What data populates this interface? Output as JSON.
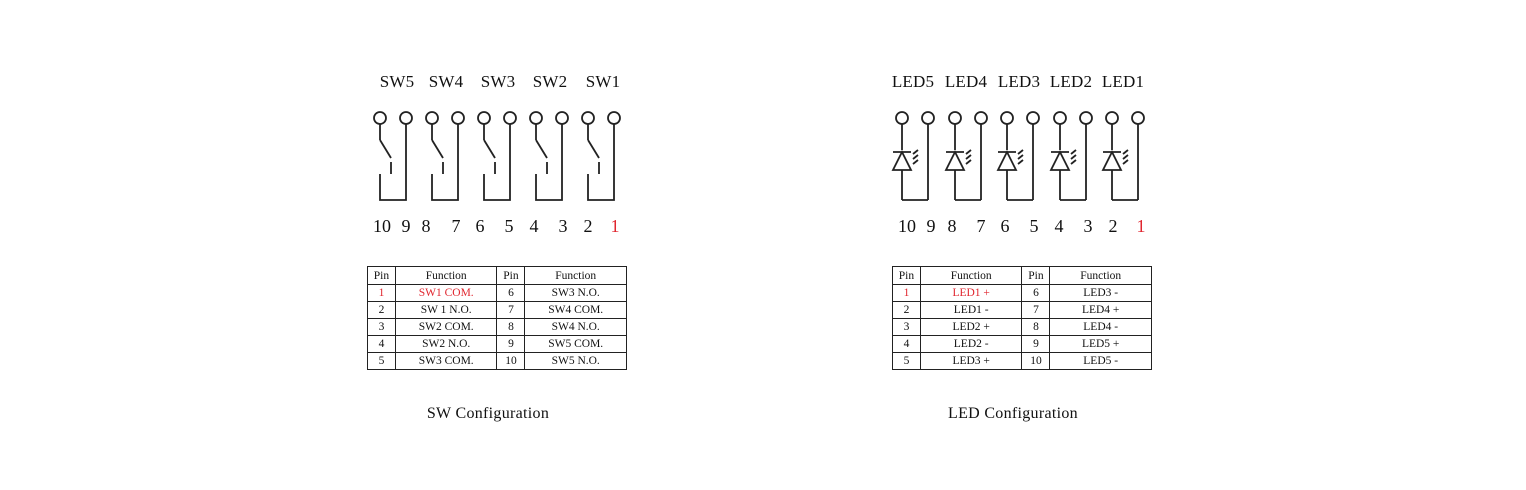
{
  "sw": {
    "channel_labels": [
      "SW5",
      "SW4",
      "SW3",
      "SW2",
      "SW1"
    ],
    "pin_numbers": [
      "10",
      "9",
      "8",
      "7",
      "6",
      "5",
      "4",
      "3",
      "2",
      "1"
    ],
    "table": {
      "headers": [
        "Pin",
        "Function",
        "Pin",
        "Function"
      ],
      "rows": [
        [
          "1",
          "SW1 COM.",
          "6",
          "SW3 N.O."
        ],
        [
          "2",
          "SW 1 N.O.",
          "7",
          "SW4 COM."
        ],
        [
          "3",
          "SW2 COM.",
          "8",
          "SW4 N.O."
        ],
        [
          "4",
          "SW2 N.O.",
          "9",
          "SW5 COM."
        ],
        [
          "5",
          "SW3 COM.",
          "10",
          "SW5 N.O."
        ]
      ]
    },
    "caption": "SW Configuration"
  },
  "led": {
    "channel_labels": [
      "LED5",
      "LED4",
      "LED3",
      "LED2",
      "LED1"
    ],
    "pin_numbers": [
      "10",
      "9",
      "8",
      "7",
      "6",
      "5",
      "4",
      "3",
      "2",
      "1"
    ],
    "table": {
      "headers": [
        "Pin",
        "Function",
        "Pin",
        "Function"
      ],
      "rows": [
        [
          "1",
          "LED1 +",
          "6",
          "LED3 -"
        ],
        [
          "2",
          "LED1 -",
          "7",
          "LED4 +"
        ],
        [
          "3",
          "LED2 +",
          "8",
          "LED4 -"
        ],
        [
          "4",
          "LED2 -",
          "9",
          "LED5 +"
        ],
        [
          "5",
          "LED3 +",
          "10",
          "LED5 -"
        ]
      ]
    },
    "caption": "LED Configuration"
  },
  "colors": {
    "highlight": "#e0262f",
    "line": "#222222"
  }
}
